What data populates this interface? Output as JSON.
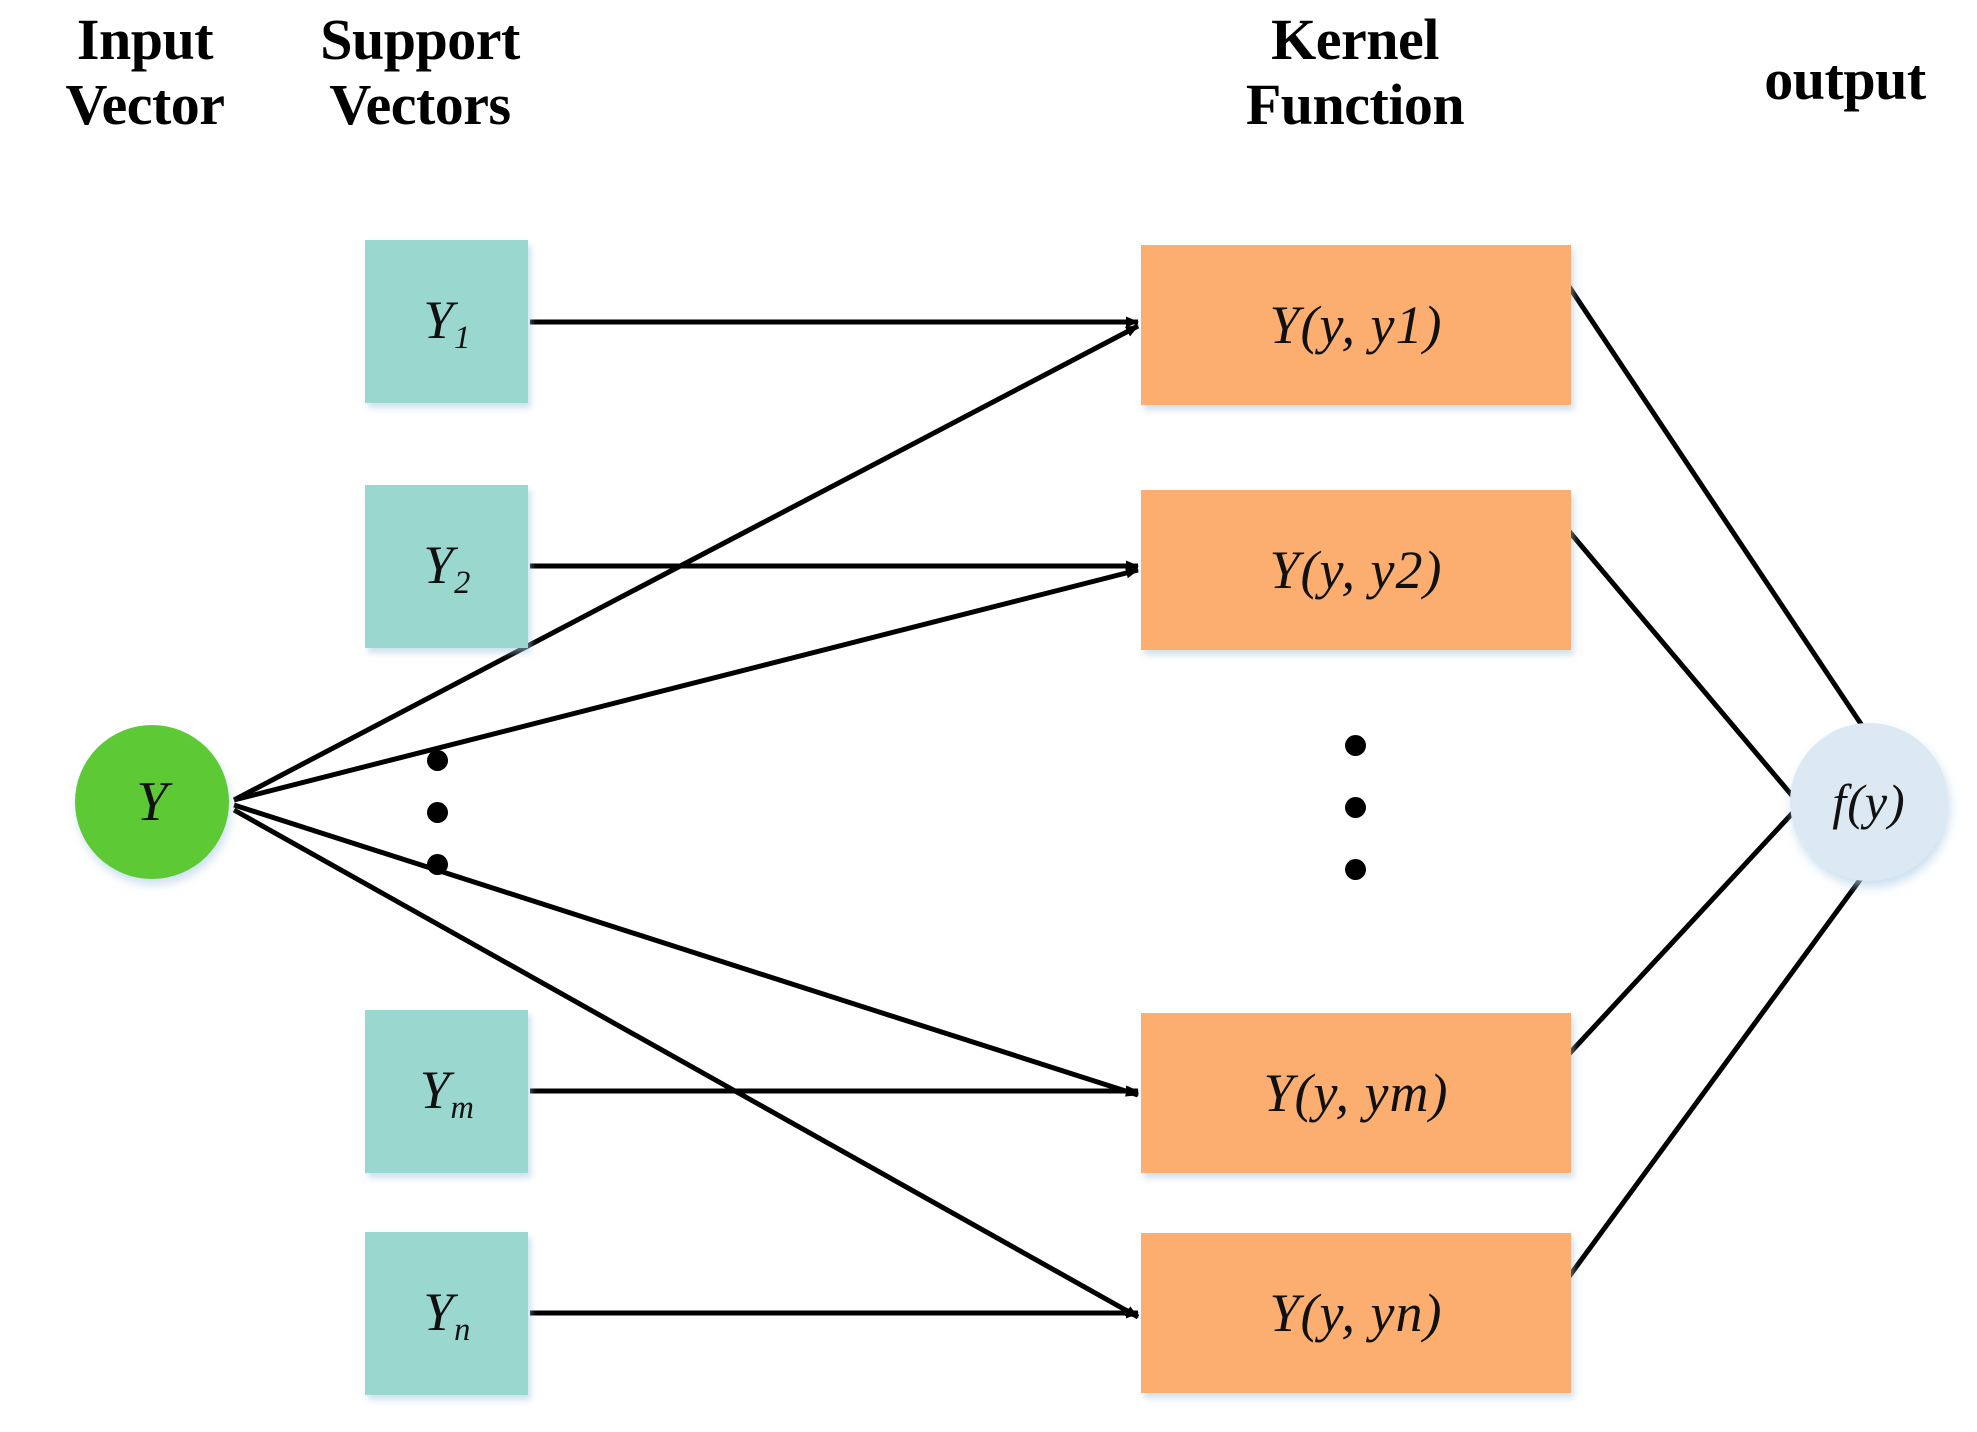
{
  "diagram": {
    "title": "Support Vector Machine kernel architecture",
    "type": "neural-network-style flow diagram",
    "headers": {
      "input_vector": "Input\nVector",
      "support_vectors": "Support\nVectors",
      "kernel_function": "Kernel\nFunction",
      "output": "output"
    },
    "input_node": {
      "label": "Y",
      "shape": "circle",
      "color": "#5CC935"
    },
    "support_vectors": [
      {
        "base": "Y",
        "sub": "1",
        "label": "Y1",
        "color": "#9AD7CE"
      },
      {
        "base": "Y",
        "sub": "2",
        "label": "Y2",
        "color": "#9AD7CE"
      },
      {
        "base": "Y",
        "sub": "m",
        "label": "Ym",
        "color": "#9AD7CE"
      },
      {
        "base": "Y",
        "sub": "n",
        "label": "Yn",
        "color": "#9AD7CE"
      }
    ],
    "kernel_functions": [
      {
        "label": "Y(y, y1)",
        "color": "#FBAE70"
      },
      {
        "label": "Y(y, y2)",
        "color": "#FBAE70"
      },
      {
        "label": "Y(y, ym)",
        "color": "#FBAE70"
      },
      {
        "label": "Y(y, yn)",
        "color": "#FBAE70"
      }
    ],
    "output_node": {
      "label": "f(y)",
      "shape": "circle",
      "color": "#DCE9F3"
    },
    "ellipsis": {
      "support_column": "three vertical dots",
      "kernel_column": "three vertical dots",
      "dot_color": "#000000"
    },
    "edges": {
      "input_to_kernel": "4 arrows from input node Y to each kernel function box",
      "support_to_kernel": "4 horizontal arrows from each support vector box to its kernel function box",
      "kernel_to_output": "4 plain lines from each kernel function box to output node f(y)",
      "line_color": "#000000"
    }
  }
}
